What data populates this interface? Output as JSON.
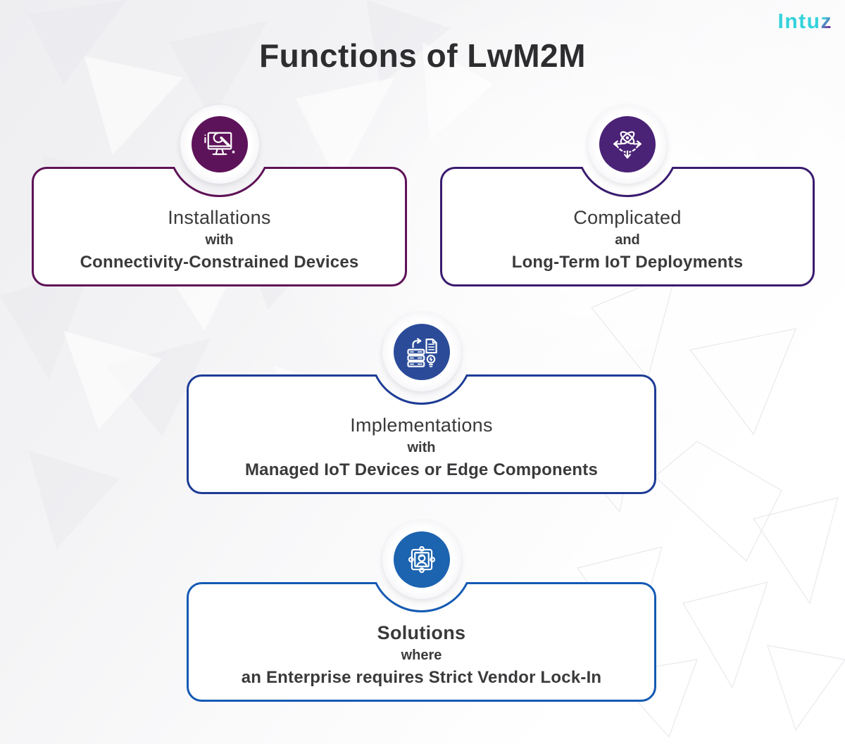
{
  "page": {
    "title": "Functions of LwM2M"
  },
  "logo": {
    "main": "Intu",
    "accent": "z",
    "color": "#33d2db",
    "accent_color": "#7c2f9b"
  },
  "cards": [
    {
      "id": "installations",
      "icon": "monitor-wrench-icon",
      "accent": "#5e1257",
      "badge": "#5d1359",
      "line1": "Installations",
      "line2": "with",
      "line3": "Connectivity-Constrained Devices",
      "line1_bold": false
    },
    {
      "id": "complicated-deployments",
      "icon": "atom-arrows-icon",
      "accent": "#3a1c6f",
      "badge": "#4a2276",
      "line1": "Complicated",
      "line2": "and",
      "line3": "Long-Term IoT Deployments",
      "line1_bold": false
    },
    {
      "id": "implementations",
      "icon": "server-document-bulb-icon",
      "accent": "#1e3c96",
      "badge": "#2b4b99",
      "line1": "Implementations",
      "line2": "with",
      "line3": "Managed IoT Devices or Edge Components",
      "line1_bold": false
    },
    {
      "id": "solutions-vendor-lock-in",
      "icon": "person-puzzle-icon",
      "accent": "#145ab3",
      "badge": "#1c63b0",
      "line1": "Solutions",
      "line2": "where",
      "line3": "an Enterprise requires Strict Vendor Lock-In",
      "line1_bold": true
    }
  ]
}
